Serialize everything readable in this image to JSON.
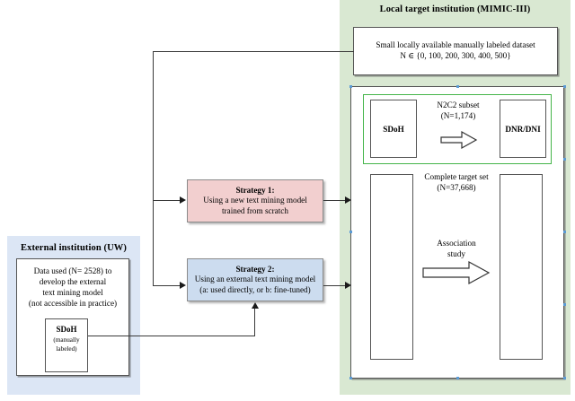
{
  "diagram": {
    "title_local": "Local target institution (MIMIC-III)",
    "title_external": "External institution (UW)"
  },
  "local": {
    "labeled_dataset": {
      "line1": "Small locally available manually labeled dataset",
      "line2": "N ∈ {0, 100, 200, 300, 400, 500}"
    },
    "n2c2": {
      "title": "N2C2 subset",
      "count": "(N=1,174)",
      "left_box": "SDoH",
      "right_box": "DNR/DNI",
      "arrow": "block-arrow-right-icon"
    },
    "target_set": {
      "title": "Complete target set",
      "count": "(N=37,668)",
      "assoc_line1": "Association",
      "assoc_line2": "study",
      "arrow": "block-arrow-right-icon",
      "left_box": "",
      "right_box": ""
    }
  },
  "external": {
    "data_used": {
      "line1": "Data used (N= 2528) to",
      "line2": "develop the external",
      "line3": "text mining model",
      "line4": "(not accessible in practice)"
    },
    "sdoh": {
      "title": "SDoH",
      "sub1": "(manually",
      "sub2": "labeled)"
    }
  },
  "strategies": [
    {
      "heading": "Strategy 1:",
      "line1": "Using a new text mining model",
      "line2": "trained from scratch"
    },
    {
      "heading": "Strategy 2:",
      "line1": "Using an external text mining model",
      "line2": "(a: used directly, or b: fine-tuned)"
    }
  ],
  "colors": {
    "panel_green": "#d9e8d2",
    "panel_blue": "#dce6f5",
    "strategy1": "#f2cfcf",
    "strategy2": "#ccdcef",
    "green_border": "#45b54a",
    "line": "#3a3a3a"
  }
}
